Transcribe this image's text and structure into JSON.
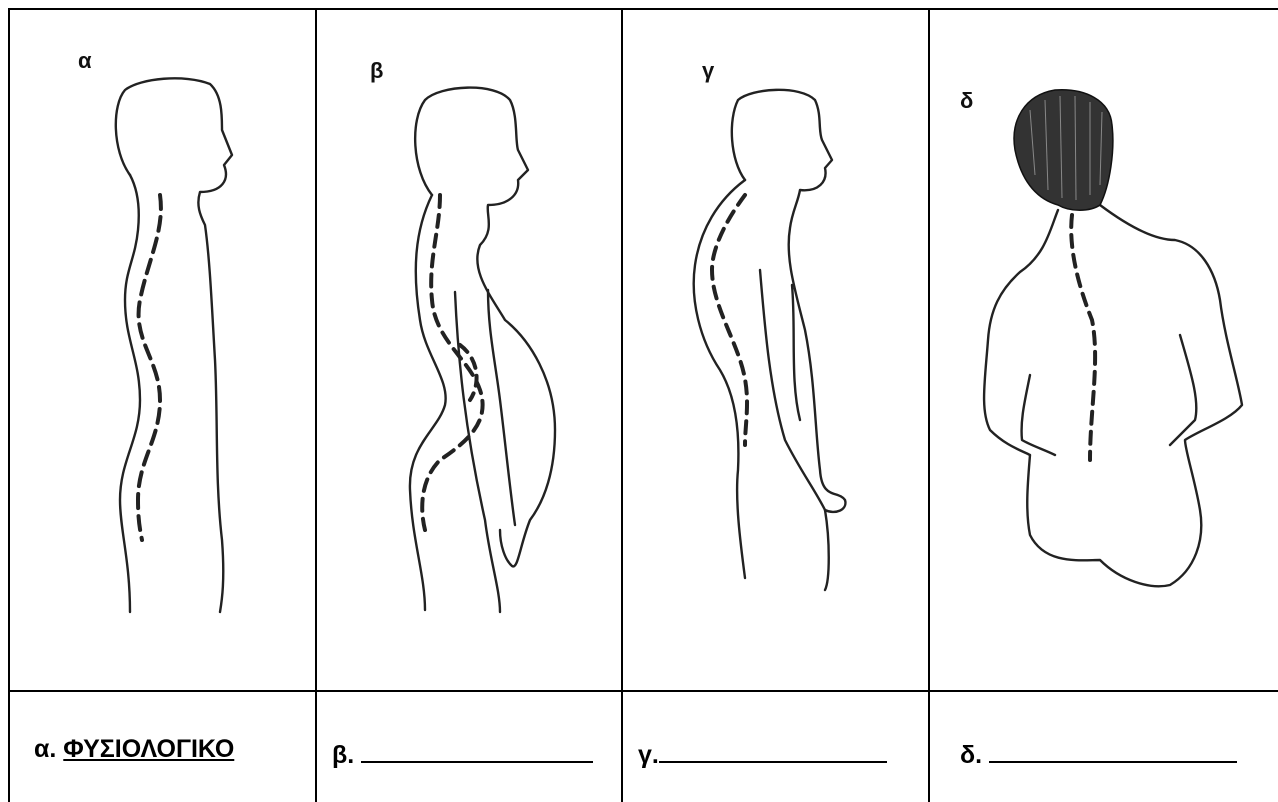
{
  "figures": [
    {
      "letter": "α",
      "caption_prefix": "α.",
      "caption_answer": "ΦΥΣΙΟΛΟΓΙΚΟ"
    },
    {
      "letter": "β",
      "caption_prefix": "β.",
      "caption_answer": ""
    },
    {
      "letter": "γ",
      "caption_prefix": "γ.",
      "caption_answer": ""
    },
    {
      "letter": "δ",
      "caption_prefix": "δ.",
      "caption_answer": ""
    }
  ]
}
